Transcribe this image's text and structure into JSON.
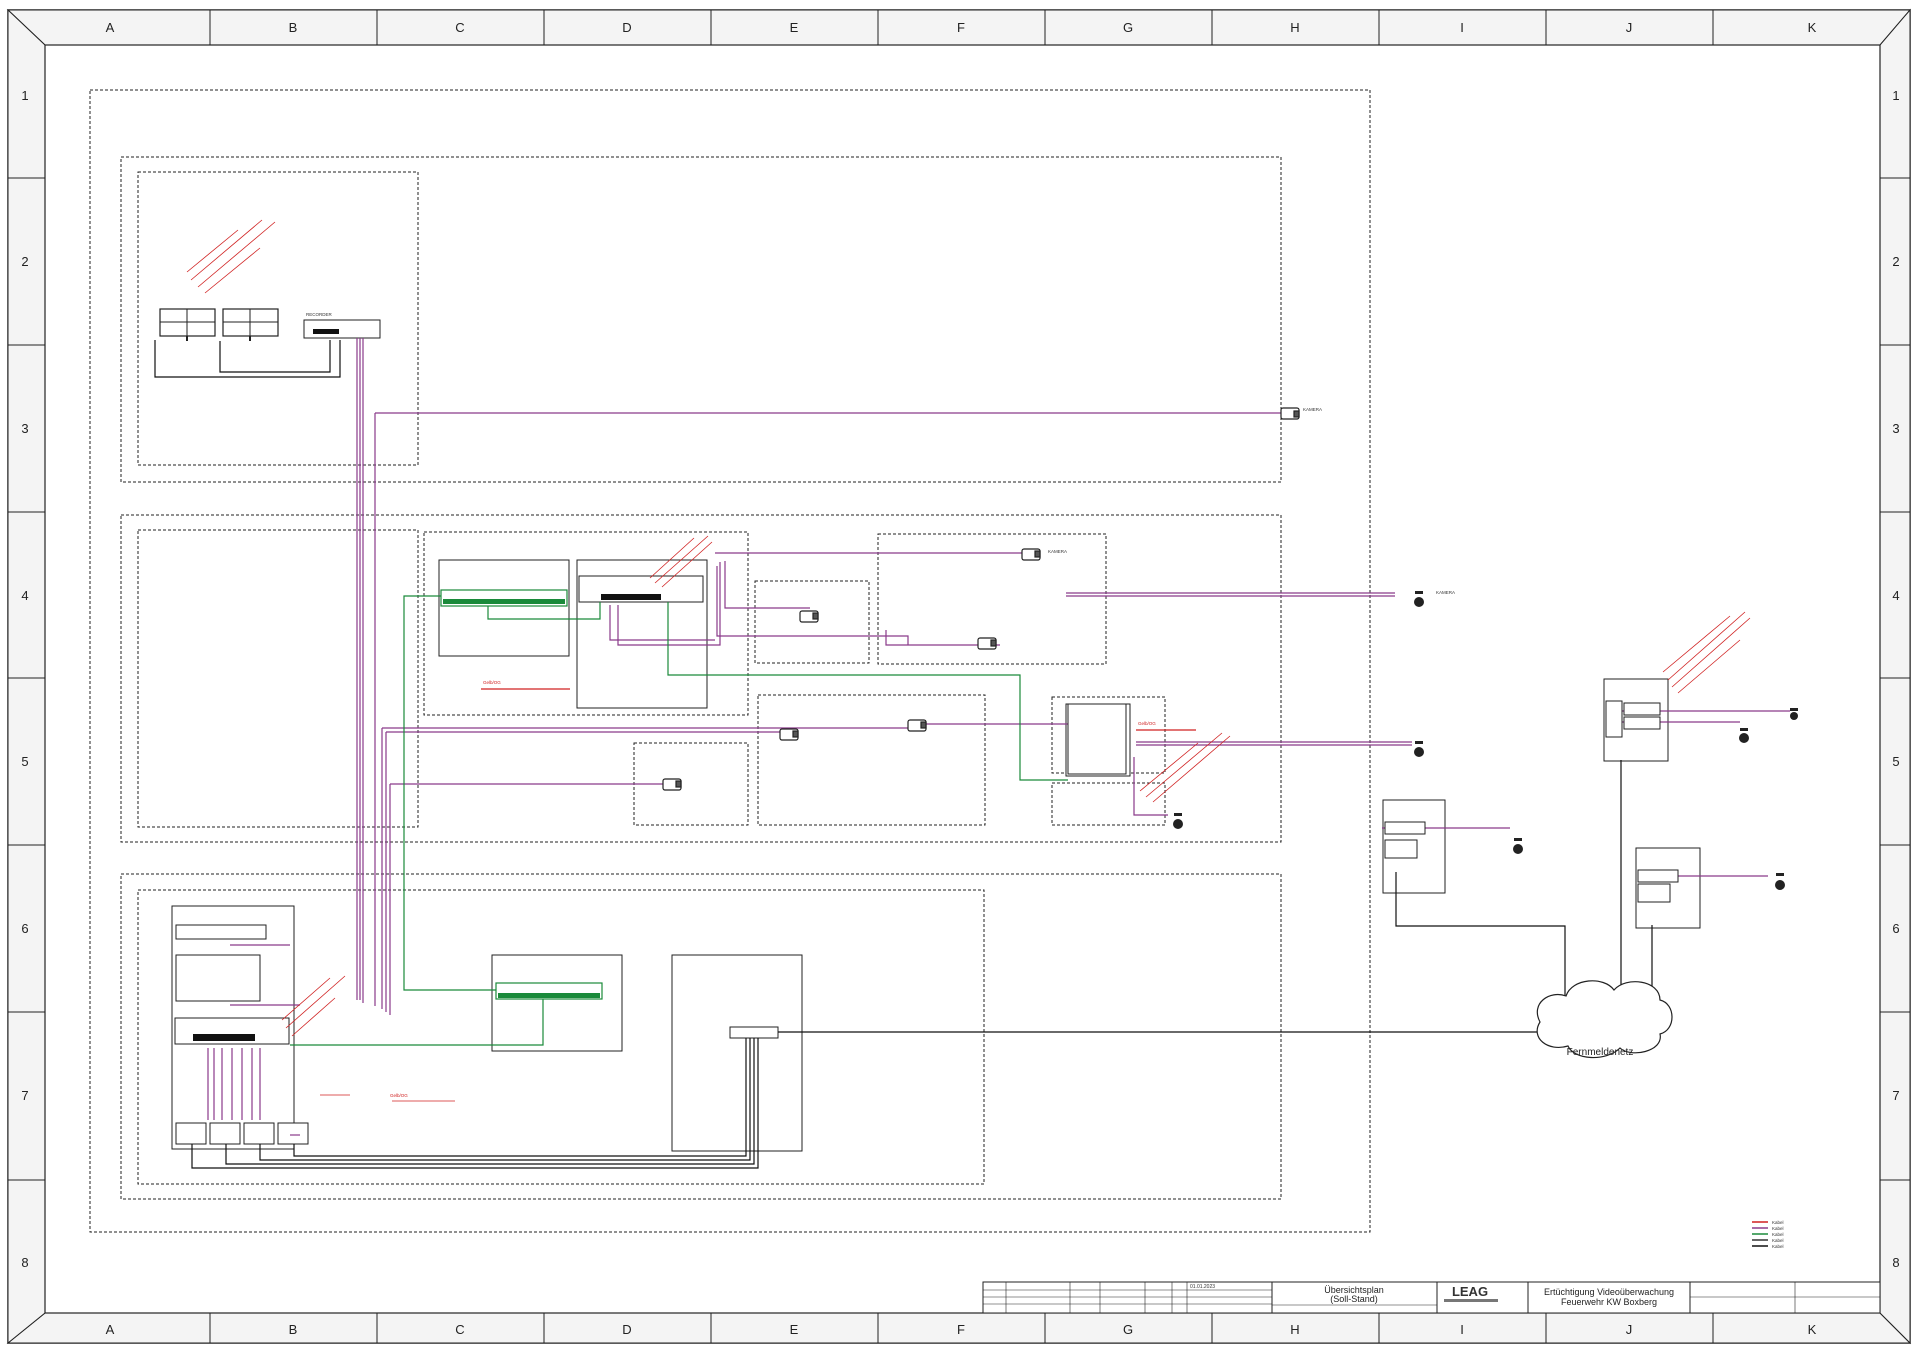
{
  "grid": {
    "columns": [
      "A",
      "B",
      "C",
      "D",
      "E",
      "F",
      "G",
      "H",
      "I",
      "J",
      "K"
    ],
    "rows": [
      "1",
      "2",
      "3",
      "4",
      "5",
      "6",
      "7",
      "8"
    ]
  },
  "diagram": {
    "cloud_label": "Fernmeldenetz",
    "tag_red": "Gelb/OG",
    "camera_tag": "KAMERA",
    "recorder_tag": "RECORDER",
    "legend_items": [
      {
        "label": "Kabel",
        "color": "#d02020"
      },
      {
        "label": "Kabel",
        "color": "#8a3a8a"
      },
      {
        "label": "Kabel",
        "color": "#1a8a3a"
      },
      {
        "label": "Kabel",
        "color": "#333333"
      },
      {
        "label": "Kabel",
        "color": "#111111"
      }
    ]
  },
  "title_block": {
    "plan_title": "Übersichtsplan",
    "plan_subtitle": "(Soll-Stand)",
    "brand": "LEAG",
    "project_line1": "Ertüchtigung Videoüberwachung",
    "project_line2": "Feuerwehr KW Boxberg",
    "date": "01.01.2023"
  },
  "colors": {
    "purple_cable": "#8a3a8a",
    "green_cable": "#1a8a3a",
    "red_note": "#d02020",
    "black_line": "#111111"
  }
}
